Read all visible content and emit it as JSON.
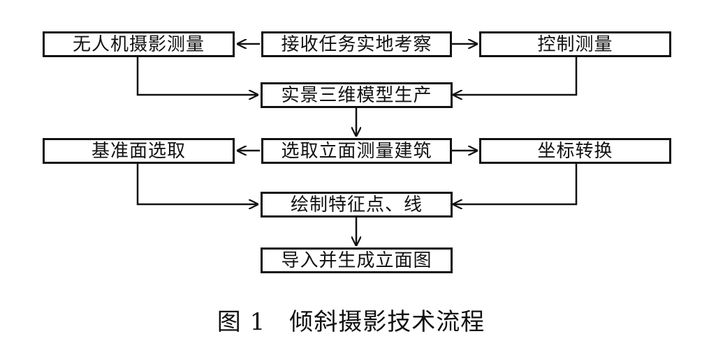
{
  "diagram": {
    "nodes": {
      "uav_photo": "无人机摄影测量",
      "receive_task": "接收任务实地考察",
      "control_survey": "控制测量",
      "model_production": "实景三维模型生产",
      "datum_selection": "基准面选取",
      "select_facade": "选取立面测量建筑",
      "coord_transform": "坐标转换",
      "draw_features": "绘制特征点、线",
      "import_generate": "导入并生成立面图"
    },
    "edges": [
      {
        "from": "receive_task",
        "to": "uav_photo"
      },
      {
        "from": "receive_task",
        "to": "control_survey"
      },
      {
        "from": "uav_photo",
        "to": "model_production"
      },
      {
        "from": "control_survey",
        "to": "model_production"
      },
      {
        "from": "model_production",
        "to": "select_facade"
      },
      {
        "from": "select_facade",
        "to": "datum_selection"
      },
      {
        "from": "select_facade",
        "to": "coord_transform"
      },
      {
        "from": "datum_selection",
        "to": "draw_features"
      },
      {
        "from": "coord_transform",
        "to": "draw_features"
      },
      {
        "from": "draw_features",
        "to": "import_generate"
      }
    ]
  },
  "caption": {
    "figure_number": "图 1",
    "title": "倾斜摄影技术流程"
  }
}
